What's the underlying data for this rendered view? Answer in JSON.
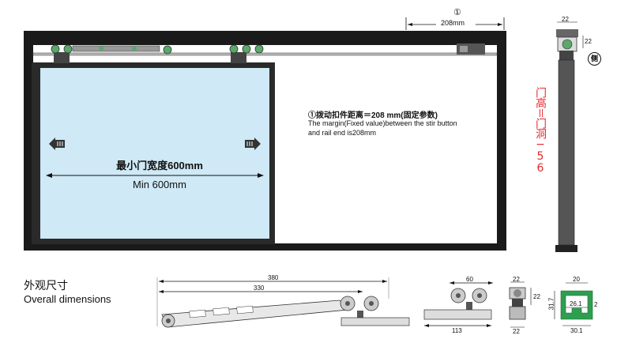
{
  "annotation": {
    "circle_marker": "①",
    "margin_value": "208mm",
    "cn": "①拨动扣件距离＝208 mm(固定参数)",
    "en_line1": "The margin(Fixed value)between the stir button",
    "en_line2": "and rail end is208mm"
  },
  "door": {
    "min_width_cn": "最小门宽度600mm",
    "min_width_en": "Min 600mm"
  },
  "side_view": {
    "marker": "侧",
    "height_formula": "门高＝门洞−56",
    "dim_width": "22",
    "dim_height": "22"
  },
  "overall": {
    "title_cn": "外观尺寸",
    "title_en": "Overall dimensions"
  },
  "dims": {
    "total_length": "380",
    "arm_length": "330",
    "hanger_width": "60",
    "base_length": "113",
    "clip_top": "22",
    "clip_side": "22",
    "clip_bottom": "22",
    "rail_top": "20",
    "rail_height": "31.7",
    "rail_inner": "26.1",
    "rail_gap": "2",
    "rail_width": "30.1"
  },
  "colors": {
    "frame": "#1a1a1a",
    "glass": "#cfe9f6",
    "wheel": "#5aa86a",
    "accent_red": "#e8282c"
  }
}
